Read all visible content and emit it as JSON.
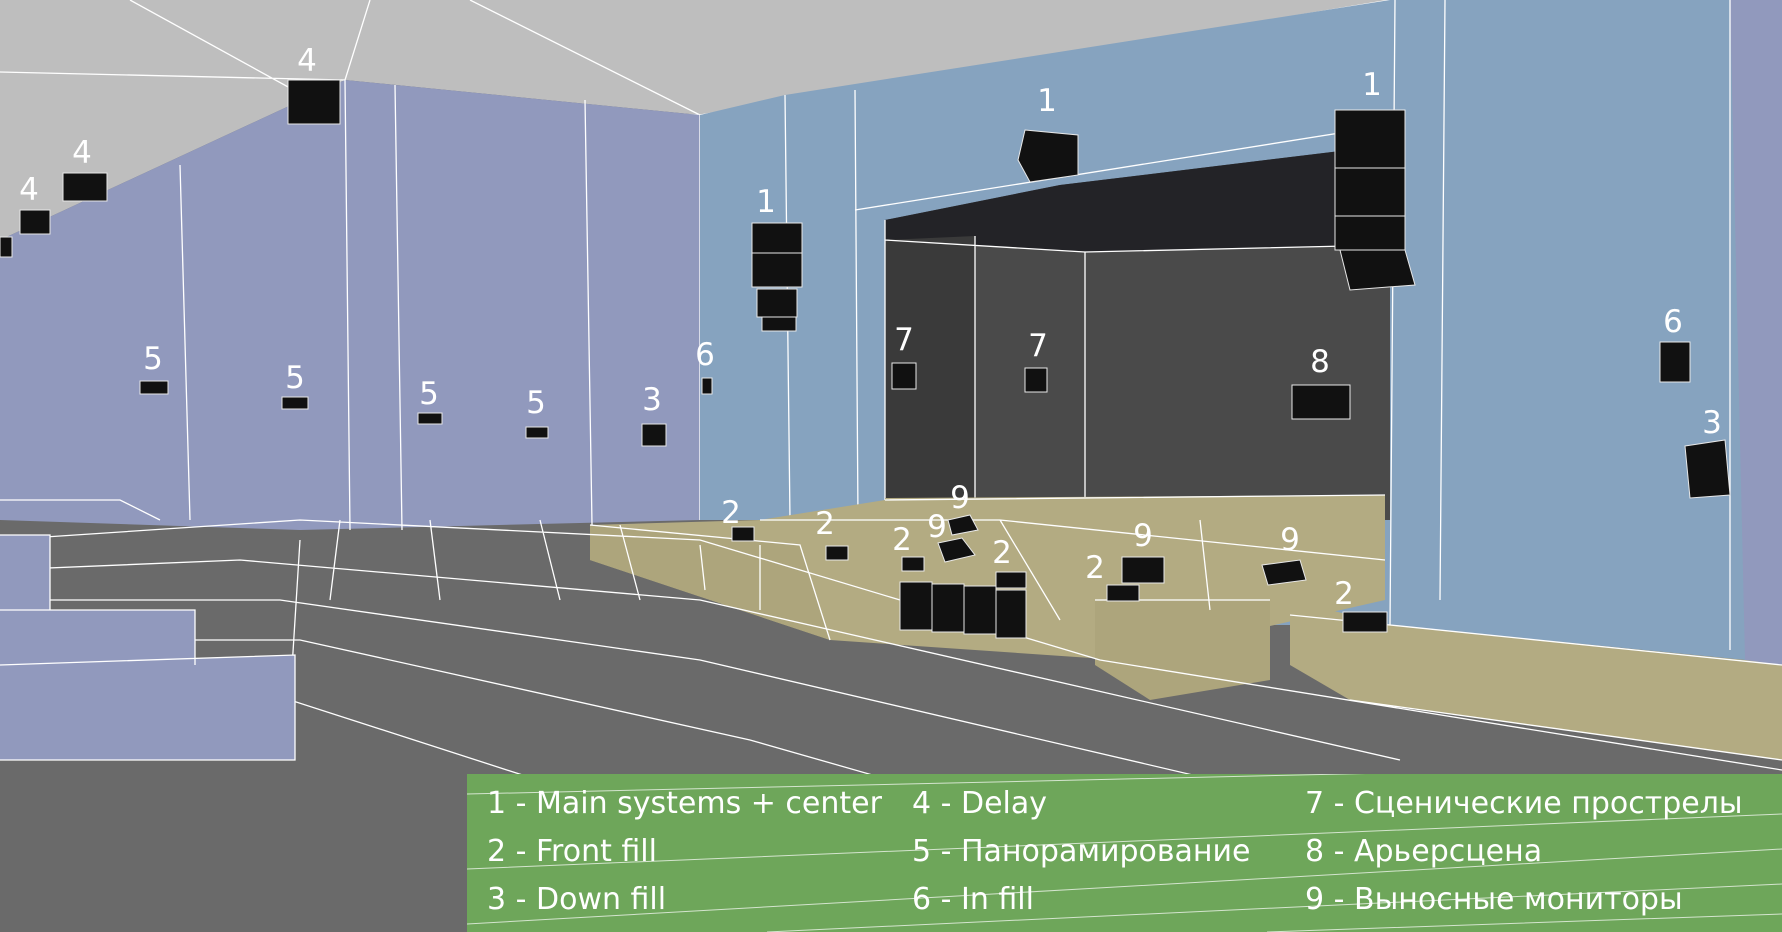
{
  "markers": [
    {
      "id": "m-delay-1",
      "label": "4"
    },
    {
      "id": "m-delay-2",
      "label": "4"
    },
    {
      "id": "m-delay-3",
      "label": "4"
    },
    {
      "id": "m-main-left",
      "label": "1"
    },
    {
      "id": "m-main-center",
      "label": "1"
    },
    {
      "id": "m-main-right",
      "label": "1"
    },
    {
      "id": "m-pan-1",
      "label": "5"
    },
    {
      "id": "m-pan-2",
      "label": "5"
    },
    {
      "id": "m-pan-3",
      "label": "5"
    },
    {
      "id": "m-pan-4",
      "label": "5"
    },
    {
      "id": "m-down-left",
      "label": "3"
    },
    {
      "id": "m-in-left",
      "label": "6"
    },
    {
      "id": "m-side-1",
      "label": "7"
    },
    {
      "id": "m-side-2",
      "label": "7"
    },
    {
      "id": "m-back",
      "label": "8"
    },
    {
      "id": "m-in-right",
      "label": "6"
    },
    {
      "id": "m-down-right",
      "label": "3"
    },
    {
      "id": "m-mon-1",
      "label": "9"
    },
    {
      "id": "m-mon-2",
      "label": "9"
    },
    {
      "id": "m-mon-3",
      "label": "9"
    },
    {
      "id": "m-mon-4",
      "label": "9"
    },
    {
      "id": "m-front-1",
      "label": "2"
    },
    {
      "id": "m-front-2",
      "label": "2"
    },
    {
      "id": "m-front-3",
      "label": "2"
    },
    {
      "id": "m-front-4",
      "label": "2"
    },
    {
      "id": "m-front-5",
      "label": "2"
    },
    {
      "id": "m-front-6",
      "label": "2"
    }
  ],
  "legend": [
    {
      "text": "1 - Main systems + center"
    },
    {
      "text": "2 - Front fill"
    },
    {
      "text": "3 - Down fill"
    },
    {
      "text": "4 - Delay"
    },
    {
      "text": "5 - Панорамирование"
    },
    {
      "text": "6 - In fill"
    },
    {
      "text": "7 - Сценические прострелы"
    },
    {
      "text": "8 - Арьерсцена"
    },
    {
      "text": "9 - Выносные мониторы"
    }
  ],
  "colors": {
    "ceiling": "#bebebe",
    "side_wall": "#9199bd",
    "front_wall": "#86a3bf",
    "stage_back": "#4a4a4a",
    "stage_floor": "#b3ab82",
    "seating": "#6a6a6a",
    "legend_bg": "#6ea65a",
    "speaker": "#111111",
    "text": "#ffffff"
  }
}
